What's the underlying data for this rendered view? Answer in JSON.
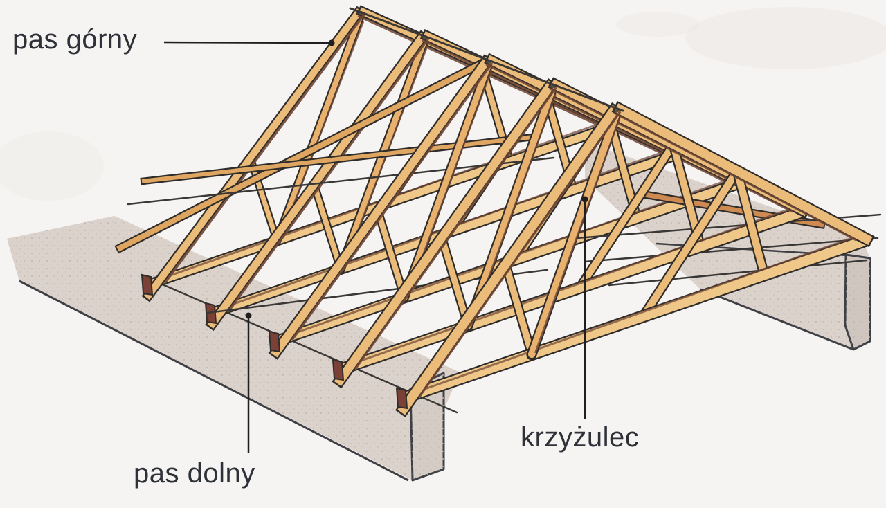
{
  "figure": {
    "kind": "hand-drawn construction illustration",
    "subject_parts": [
      "roof truss",
      "masonry walls"
    ]
  },
  "labels": {
    "top_chord": "pas górny",
    "bottom_chord": "pas dolny",
    "diagonal": "krzyżulec"
  },
  "colors": {
    "background": "#f6f4f2",
    "wood": "#ebbb79",
    "wood_batten": "#dfa661",
    "wood_orange_brace": "#ce8a50",
    "wood_shade": "#6e4634",
    "end_grain": "#7b4136",
    "outline": "#2f2d2b",
    "wall": "#dbd2cc",
    "wall_speckle": "#bfb3ae",
    "wall_edge": "#3f4046",
    "label_text": "#2e3138",
    "leader_line": "#1f1f22"
  }
}
